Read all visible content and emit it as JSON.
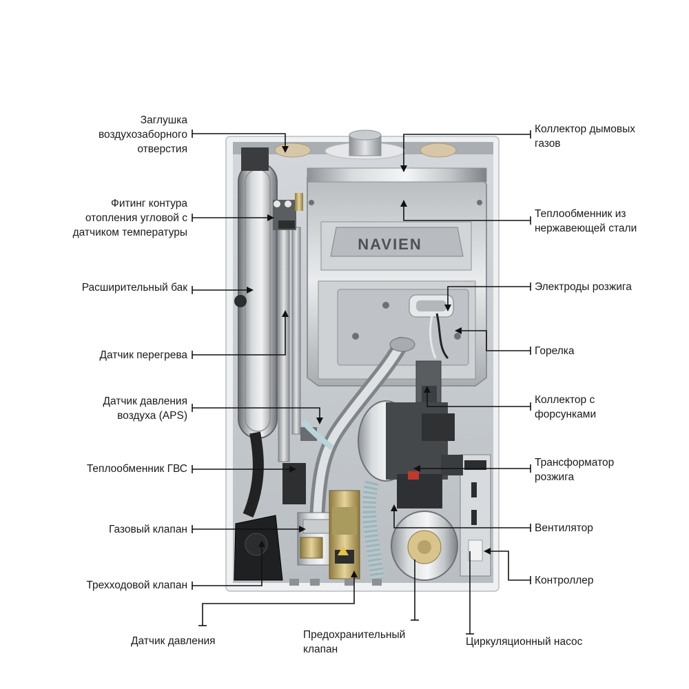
{
  "brand": "NAVIEN",
  "labels": {
    "air_intake_plug": "Заглушка\nвоздухозаборного\nотверстия",
    "heating_fitting": "Фитинг контура\nотопления угловой с\nдатчиком температуры",
    "expansion_tank": "Расширительный бак",
    "overheat_sensor": "Датчик перегрева",
    "air_pressure_sensor": "Датчик давления\nвоздуха (APS)",
    "dhw_heat_exchanger": "Теплообменник ГВС",
    "gas_valve": "Газовый клапан",
    "three_way_valve": "Трехходовой клапан",
    "pressure_sensor": "Датчик давления",
    "safety_valve": "Предохранительный\nклапан",
    "circulation_pump": "Циркуляционный насос",
    "flue_collector": "Коллектор дымовых\nгазов",
    "stainless_hx": "Теплообменник из\nнержавеющей стали",
    "ignition_electrodes": "Электроды розжига",
    "burner": "Горелка",
    "nozzle_manifold": "Коллектор с\nфорсунками",
    "ignition_transformer": "Трансформатор\nрозжига",
    "fan": "Вентилятор",
    "controller": "Контроллер"
  }
}
